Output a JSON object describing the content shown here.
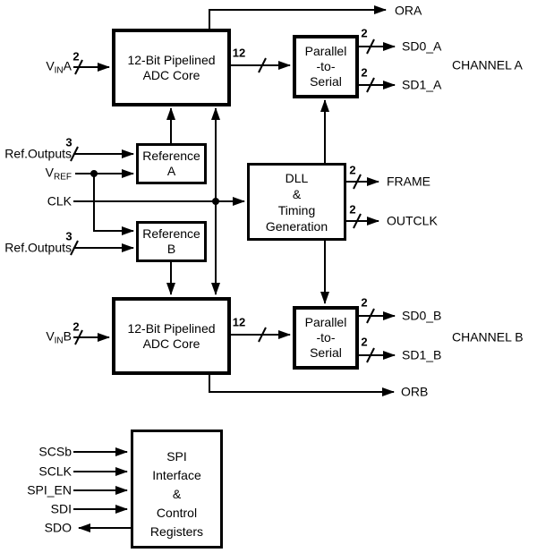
{
  "blocks": {
    "adc_a": "12-Bit Pipelined\nADC Core",
    "serial_a": "Parallel\n-to-\nSerial",
    "ref_a": "Reference\nA",
    "dll": "DLL\n&\nTiming\nGeneration",
    "ref_b": "Reference\nB",
    "adc_b": "12-Bit Pipelined\nADC Core",
    "serial_b": "Parallel\n-to-\nSerial",
    "spi": "SPI\nInterface\n&\nControl\nRegisters"
  },
  "ports": {
    "vina": {
      "base": "V",
      "sub": "IN",
      "suffix": "A",
      "width": "2"
    },
    "ref_outputs_a": {
      "label": "Ref.Outputs",
      "width": "3"
    },
    "vref": {
      "base": "V",
      "sub": "REF",
      "suffix": ""
    },
    "clk": {
      "label": "CLK"
    },
    "ref_outputs_b": {
      "label": "Ref.Outputs",
      "width": "3"
    },
    "vinb": {
      "base": "V",
      "sub": "IN",
      "suffix": "B",
      "width": "2"
    },
    "ora": {
      "label": "ORA"
    },
    "sd0_a": {
      "label": "SD0_A",
      "width": "2"
    },
    "sd1_a": {
      "label": "SD1_A",
      "width": "2"
    },
    "frame": {
      "label": "FRAME",
      "width": "2"
    },
    "outclk": {
      "label": "OUTCLK",
      "width": "2"
    },
    "sd0_b": {
      "label": "SD0_B",
      "width": "2"
    },
    "sd1_b": {
      "label": "SD1_B",
      "width": "2"
    },
    "orb": {
      "label": "ORB"
    },
    "scsb": {
      "label": "SCSb"
    },
    "sclk": {
      "label": "SCLK"
    },
    "spi_en": {
      "label": "SPI_EN"
    },
    "sdi": {
      "label": "SDI"
    },
    "sdo": {
      "label": "SDO"
    }
  },
  "buses": {
    "adc_a_out": "12",
    "adc_b_out": "12"
  },
  "channels": {
    "a": "CHANNEL A",
    "b": "CHANNEL B"
  },
  "colors": {
    "line": "#000000",
    "background": "#ffffff"
  }
}
